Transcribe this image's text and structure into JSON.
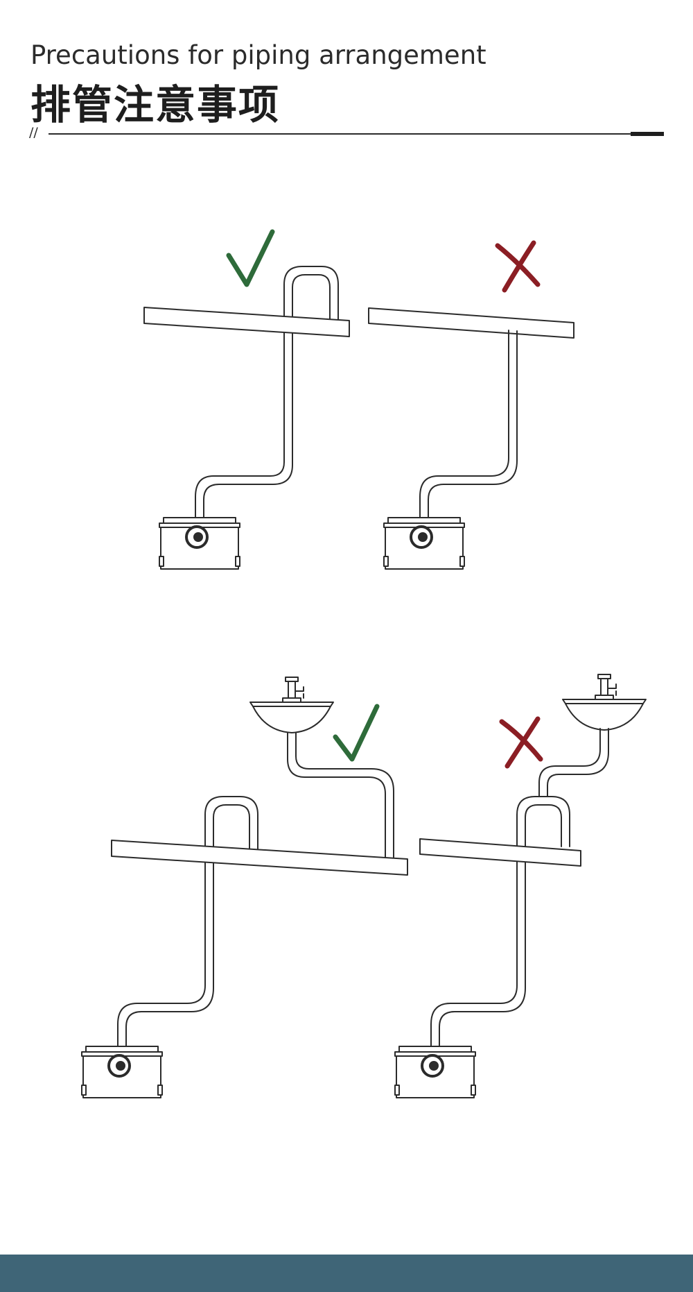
{
  "header": {
    "subtitle_en": "Precautions for piping arrangement",
    "title_zh": "排管注意事项",
    "slash_mark": "//"
  },
  "colors": {
    "correct_mark": "#2e6b3a",
    "wrong_mark": "#8b1e24",
    "line": "#2b2b2b",
    "footer_band": "#3f6577"
  },
  "panels": [
    {
      "id": "top-left",
      "verdict": "correct",
      "has_sink": false,
      "has_loop": true
    },
    {
      "id": "top-right",
      "verdict": "wrong",
      "has_sink": false,
      "has_loop": false
    },
    {
      "id": "bottom-left",
      "verdict": "correct",
      "has_sink": true,
      "has_loop": true
    },
    {
      "id": "bottom-right",
      "verdict": "wrong",
      "has_sink": true,
      "has_loop": true
    }
  ]
}
